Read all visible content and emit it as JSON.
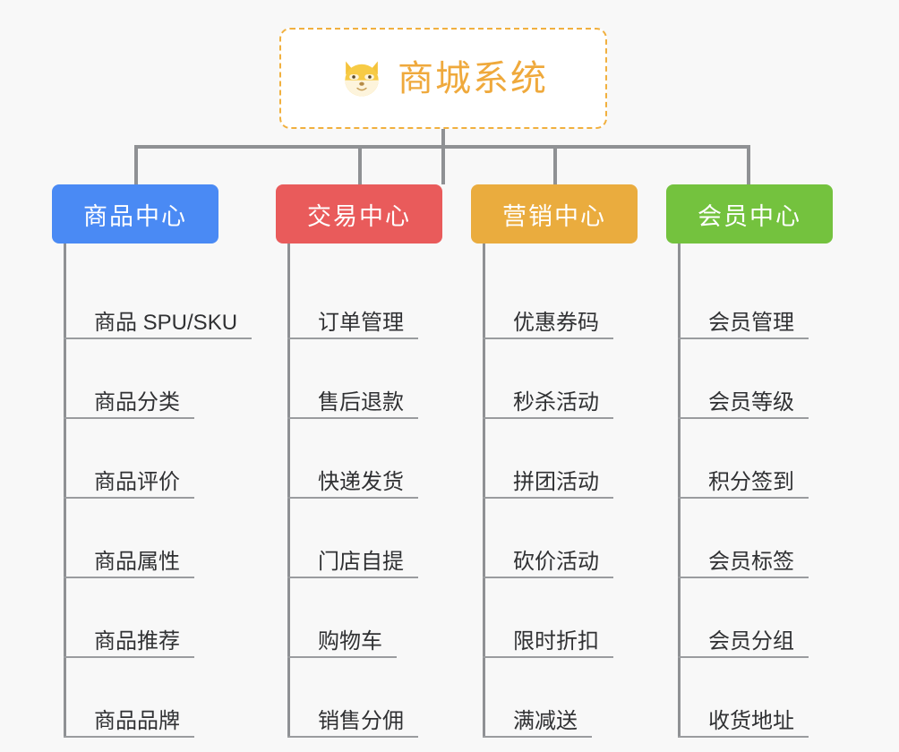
{
  "canvas": {
    "background_color": "#f8f8f8"
  },
  "root": {
    "title": "商城系统",
    "icon": "shiba-dog-face-icon",
    "text_color": "#efa93c",
    "border_color": "#f1b03f",
    "background_color": "#ffffff"
  },
  "connector": {
    "color": "#8f9194"
  },
  "categories": [
    {
      "label": "商品中心",
      "color": "#4a8af4",
      "items": [
        "商品 SPU/SKU",
        "商品分类",
        "商品评价",
        "商品属性",
        "商品推荐",
        "商品品牌"
      ]
    },
    {
      "label": "交易中心",
      "color": "#e95b5b",
      "items": [
        "订单管理",
        "售后退款",
        "快递发货",
        "门店自提",
        "购物车",
        "销售分佣"
      ]
    },
    {
      "label": "营销中心",
      "color": "#eaac3e",
      "items": [
        "优惠券码",
        "秒杀活动",
        "拼团活动",
        "砍价活动",
        "限时折扣",
        "满减送"
      ]
    },
    {
      "label": "会员中心",
      "color": "#74c23e",
      "items": [
        "会员管理",
        "会员等级",
        "积分签到",
        "会员标签",
        "会员分组",
        "收货地址"
      ]
    }
  ]
}
